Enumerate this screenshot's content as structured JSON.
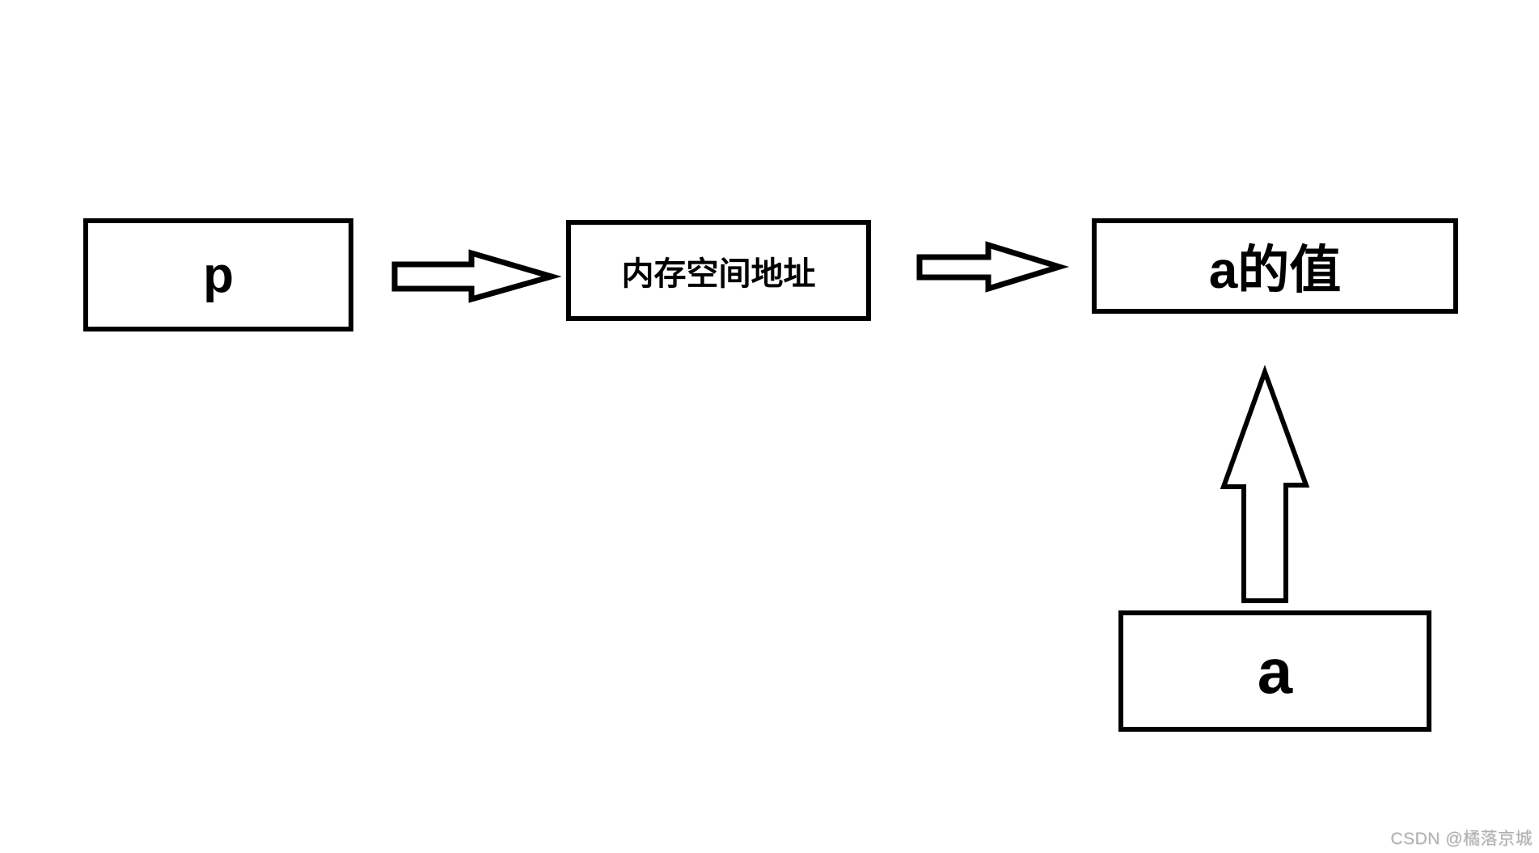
{
  "diagram": {
    "background_color": "#ffffff",
    "stroke_color": "#000000",
    "boxes": {
      "pointer": {
        "label": "p"
      },
      "address": {
        "label": "内存空间地址"
      },
      "value": {
        "label": "a的值"
      },
      "variable": {
        "label": "a"
      }
    },
    "arrows": [
      {
        "name": "pointer-to-address",
        "direction": "right"
      },
      {
        "name": "address-to-value",
        "direction": "right"
      },
      {
        "name": "variable-to-value",
        "direction": "up"
      }
    ]
  },
  "watermark": {
    "text": "CSDN @橘落京城",
    "color": "#b0b0b0"
  }
}
